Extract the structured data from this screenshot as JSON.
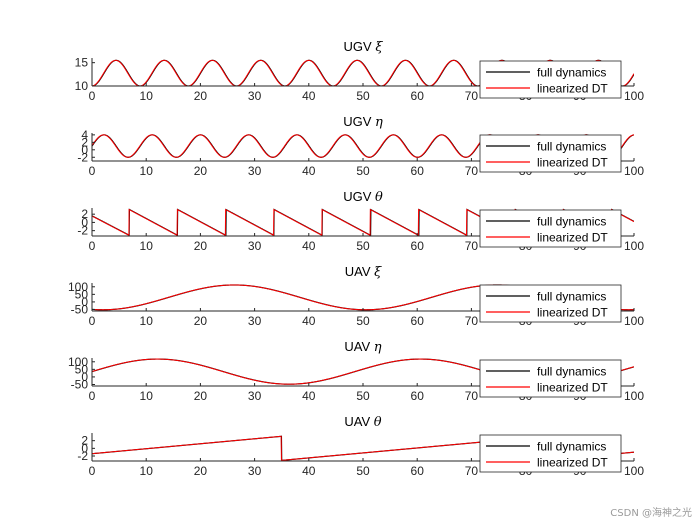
{
  "figure": {
    "watermark": "CSDN @海神之光"
  },
  "colors": {
    "full": "#000000",
    "linearized": "#ff0000",
    "axis": "#262626"
  },
  "chart_data": [
    {
      "type": "line",
      "title_prefix": "UGV",
      "title_symbol": "ξ",
      "xlim": [
        0,
        100
      ],
      "ylim": [
        10,
        16
      ],
      "xticks": [
        0,
        10,
        20,
        30,
        40,
        50,
        60,
        70,
        80,
        90,
        100
      ],
      "yticks": [
        10,
        15
      ],
      "legend": [
        "full dynamics",
        "linearized DT"
      ],
      "legend_position": "right",
      "signal": {
        "shape": "sine",
        "offset": 12.75,
        "amplitude": 2.75,
        "period": 8.9,
        "phase_deg": -90
      },
      "series": [
        {
          "name": "full dynamics"
        },
        {
          "name": "linearized DT"
        }
      ]
    },
    {
      "type": "line",
      "title_prefix": "UGV",
      "title_symbol": "η",
      "xlim": [
        0,
        100
      ],
      "ylim": [
        -3,
        4.5
      ],
      "xticks": [
        0,
        10,
        20,
        30,
        40,
        50,
        60,
        70,
        80,
        90,
        100
      ],
      "yticks": [
        -2,
        0,
        2,
        4
      ],
      "legend": [
        "full dynamics",
        "linearized DT"
      ],
      "legend_position": "right",
      "signal": {
        "shape": "sine",
        "offset": 1,
        "amplitude": 3,
        "period": 8.9,
        "phase_deg": 0
      },
      "series": [
        {
          "name": "full dynamics"
        },
        {
          "name": "linearized DT"
        }
      ]
    },
    {
      "type": "line",
      "title_prefix": "UGV",
      "title_symbol": "θ",
      "xlim": [
        0,
        100
      ],
      "ylim": [
        -3.3,
        3.5
      ],
      "xticks": [
        0,
        10,
        20,
        30,
        40,
        50,
        60,
        70,
        80,
        90,
        100
      ],
      "yticks": [
        -2,
        0,
        2
      ],
      "legend": [
        "full dynamics",
        "linearized DT"
      ],
      "legend_position": "right",
      "signal": {
        "shape": "sawtooth-down",
        "y_start": 1.6,
        "high": 3.14,
        "low": -3.14,
        "period": 8.9,
        "first_wrap": 6.9
      },
      "series": [
        {
          "name": "full dynamics"
        },
        {
          "name": "linearized DT"
        }
      ]
    },
    {
      "type": "line",
      "title_prefix": "UAV",
      "title_symbol": "ξ",
      "xlim": [
        0,
        100
      ],
      "ylim": [
        -60,
        125
      ],
      "xticks": [
        0,
        10,
        20,
        30,
        40,
        50,
        60,
        70,
        80,
        90,
        100
      ],
      "yticks": [
        -50,
        0,
        50,
        100
      ],
      "legend": [
        "full dynamics",
        "linearized DT"
      ],
      "legend_position": "right",
      "signal": {
        "shape": "sine",
        "offset": 30,
        "amplitude": 82,
        "period": 48.5,
        "phase_deg": -105
      },
      "series": [
        {
          "name": "full dynamics"
        },
        {
          "name": "linearized DT"
        }
      ]
    },
    {
      "type": "line",
      "title_prefix": "UAV",
      "title_symbol": "η",
      "xlim": [
        0,
        100
      ],
      "ylim": [
        -60,
        125
      ],
      "xticks": [
        0,
        10,
        20,
        30,
        40,
        50,
        60,
        70,
        80,
        90,
        100
      ],
      "yticks": [
        -50,
        0,
        50,
        100
      ],
      "legend": [
        "full dynamics",
        "linearized DT"
      ],
      "legend_position": "right",
      "signal": {
        "shape": "sine",
        "offset": 35,
        "amplitude": 83,
        "period": 48.5,
        "phase_deg": 0
      },
      "series": [
        {
          "name": "full dynamics"
        },
        {
          "name": "linearized DT"
        }
      ]
    },
    {
      "type": "line",
      "title_prefix": "UAV",
      "title_symbol": "θ",
      "xlim": [
        0,
        100
      ],
      "ylim": [
        -3.3,
        4
      ],
      "xticks": [
        0,
        10,
        20,
        30,
        40,
        50,
        60,
        70,
        80,
        90,
        100
      ],
      "yticks": [
        -2,
        0,
        2
      ],
      "legend": [
        "full dynamics",
        "linearized DT"
      ],
      "legend_position": "right",
      "signal": {
        "shape": "sawtooth-up",
        "y_start": -1.4,
        "high": 3.14,
        "low": -3.14,
        "period": 48.5,
        "first_wrap": 35
      },
      "series": [
        {
          "name": "full dynamics"
        },
        {
          "name": "linearized DT"
        }
      ]
    }
  ]
}
